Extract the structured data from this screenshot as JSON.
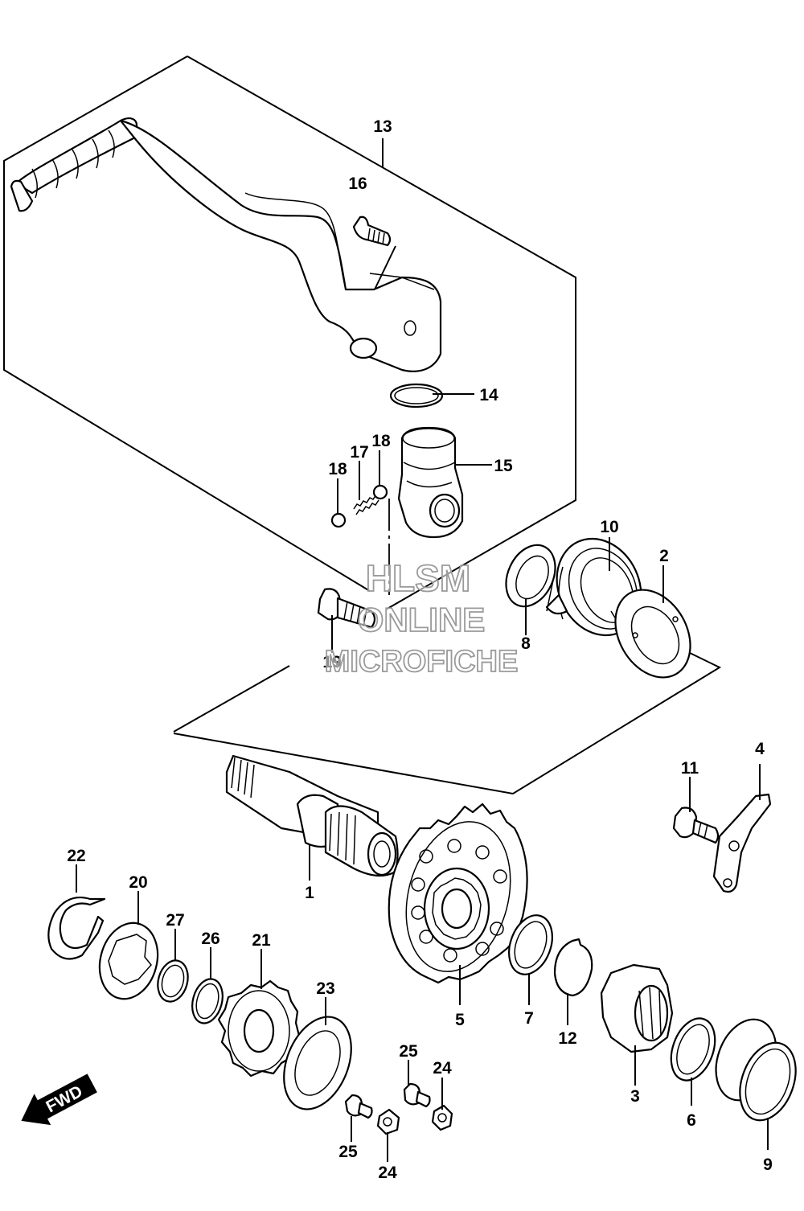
{
  "callouts": {
    "c1": "1",
    "c2": "2",
    "c3": "3",
    "c4": "4",
    "c5": "5",
    "c6": "6",
    "c7": "7",
    "c8": "8",
    "c9": "9",
    "c10": "10",
    "c11": "11",
    "c12": "12",
    "c13": "13",
    "c14": "14",
    "c15": "15",
    "c16": "16",
    "c17": "17",
    "c18a": "18",
    "c18b": "18",
    "c19": "19",
    "c20": "20",
    "c21": "21",
    "c22": "22",
    "c23": "23",
    "c24a": "24",
    "c24b": "24",
    "c25a": "25",
    "c25b": "25",
    "c26": "26",
    "c27": "27"
  },
  "watermark": {
    "line1": "HLSM",
    "line2": "ONLINE",
    "line3": "MICROFICHE"
  },
  "fwd_label": "FWD"
}
